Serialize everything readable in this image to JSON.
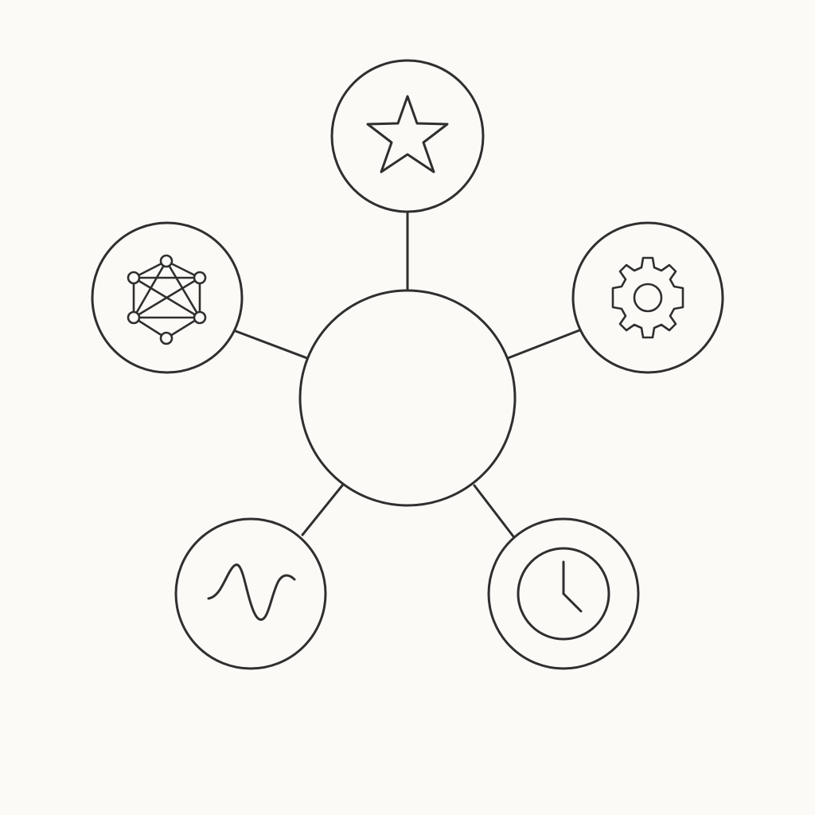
{
  "diagram": {
    "hub": {
      "label": ""
    },
    "nodes": [
      {
        "id": "top",
        "icon": "star-icon"
      },
      {
        "id": "right",
        "icon": "gear-icon"
      },
      {
        "id": "bottom-right",
        "icon": "clock-icon"
      },
      {
        "id": "bottom-left",
        "icon": "wave-icon"
      },
      {
        "id": "left",
        "icon": "network-icon"
      }
    ],
    "colors": {
      "background": "#fbfaf7",
      "stroke": "#2f2f2f"
    }
  }
}
